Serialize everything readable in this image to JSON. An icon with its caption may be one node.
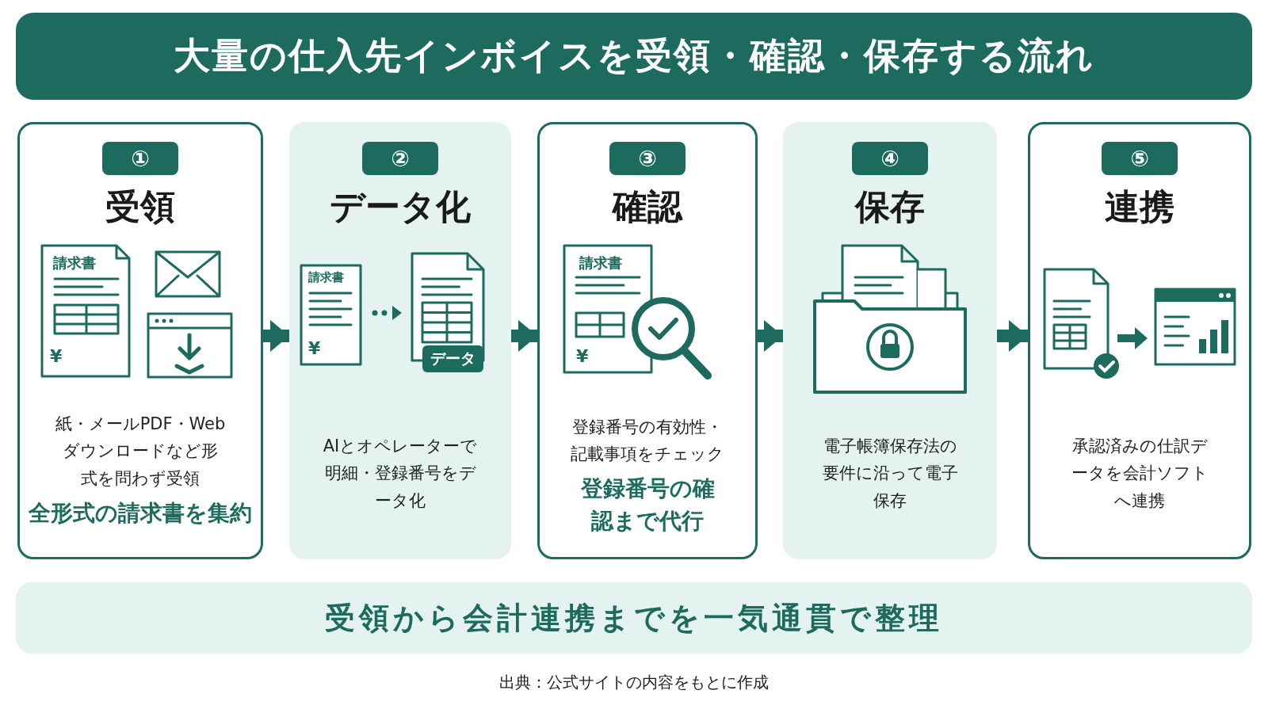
{
  "diagram": {
    "title": "大量の仕入先インボイスを受領・確認・保存する流れ",
    "caption": "出典：公式サイトの内容をもとに作成",
    "nodes": [
      {
        "text": [
          "①",
          "受領",
          "紙・メールPDF・Webダウンロードなど形式を問わず受領",
          "全形式の請求書を集約"
        ]
      },
      {
        "text": [
          "②",
          "データ化",
          "AIとオペレーターで明細・登録番号をデータ化"
        ]
      },
      {
        "text": [
          "③",
          "確認",
          "登録番号の有効性・記載事項をチェック",
          "登録番号の確認まで代行"
        ]
      },
      {
        "text": [
          "④",
          "保存",
          "電子帳簿保存法の要件に沿って電子保存"
        ]
      },
      {
        "text": [
          "⑤",
          "連携",
          "承認済みの仕訳データを会計ソフトへ連携"
        ]
      },
      {
        "text": [
          "受領から会計連携までを一気通貫で整理"
        ]
      }
    ],
    "edges": [
      {
        "from": 0,
        "to": 1,
        "arrow": "to"
      },
      {
        "from": 1,
        "to": 2,
        "arrow": "to"
      },
      {
        "from": 2,
        "to": 3,
        "arrow": "to"
      },
      {
        "from": 3,
        "to": 4,
        "arrow": "to"
      }
    ],
    "labels": [
      "請求書",
      "¥",
      "請求書",
      "¥",
      "データ",
      "請求書",
      "¥"
    ]
  }
}
